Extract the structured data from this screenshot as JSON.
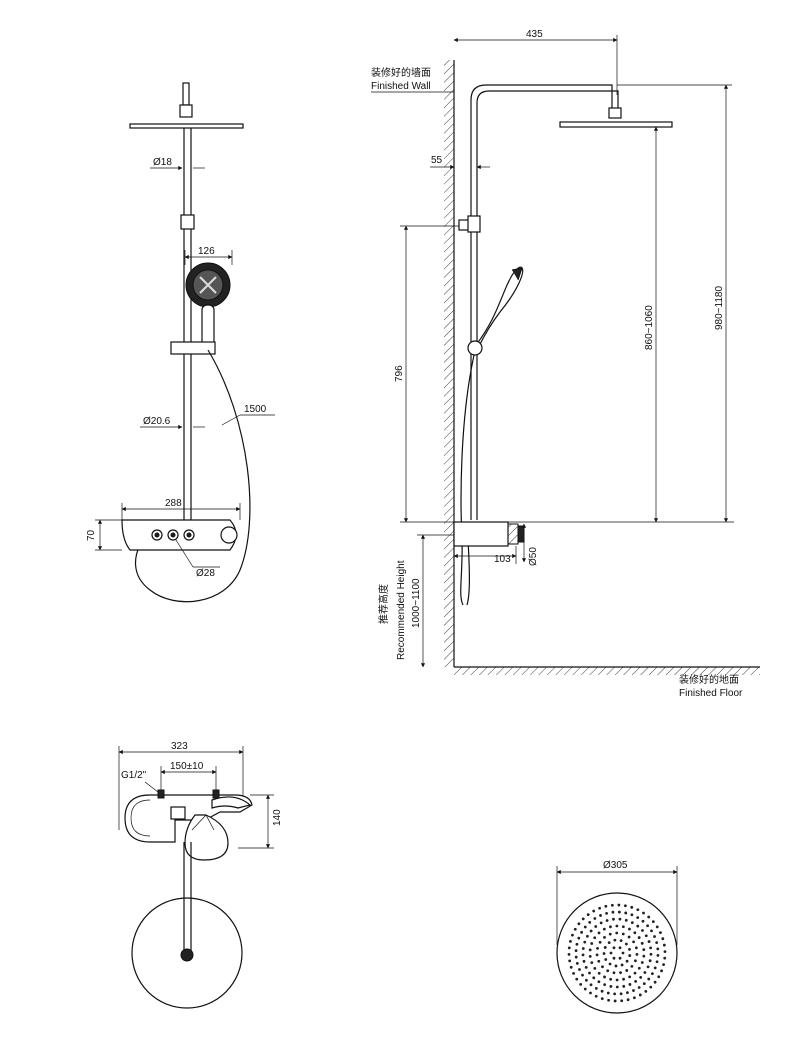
{
  "front_view": {
    "pipe_diameter": "Ø18",
    "handshower_width": "126",
    "rail_diameter": "Ø20.6",
    "hose_length": "1500",
    "thermostat_width": "288",
    "thermostat_height": "70",
    "button_diameter": "Ø28"
  },
  "side_view": {
    "arm_length": "435",
    "wall_label_cn": "装修好的墙面",
    "wall_label_en": "Finished Wall",
    "wall_offset": "55",
    "rail_height": "796",
    "head_height_range": "860~1060",
    "total_height_range": "980~1180",
    "body_depth": "103",
    "body_diameter": "Ø50",
    "recommended_cn": "推荐高度",
    "recommended_en": "Recommended Height",
    "recommended_range": "1000~1100",
    "floor_label_cn": "装修好的地面",
    "floor_label_en": "Finished Floor"
  },
  "top_view": {
    "overall_width": "323",
    "inlet_thread": "G1/2\"",
    "inlet_spacing": "150±10",
    "depth": "140"
  },
  "head_view": {
    "head_diameter": "Ø305"
  }
}
